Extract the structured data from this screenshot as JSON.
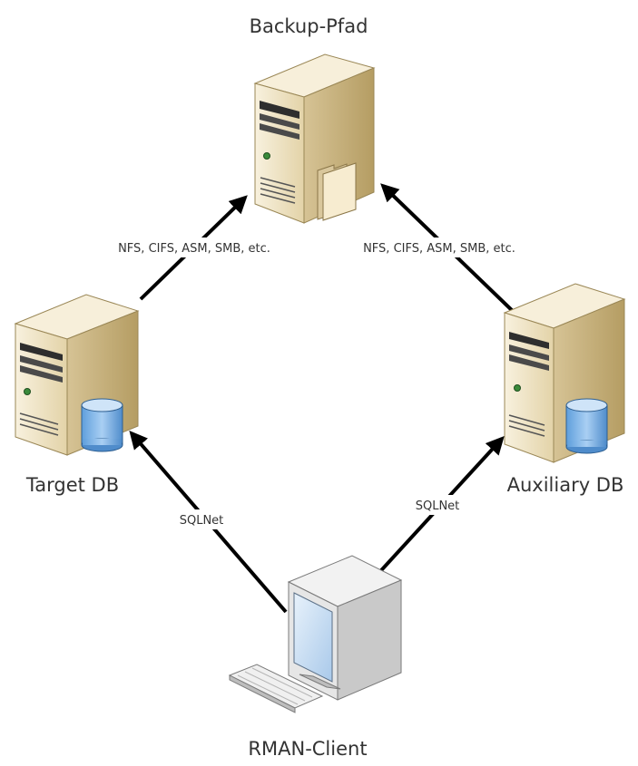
{
  "nodes": {
    "backup": {
      "label": "Backup-Pfad",
      "icon": "server-with-folder-icon"
    },
    "target": {
      "label": "Target DB",
      "icon": "server-with-database-icon"
    },
    "auxiliary": {
      "label": "Auxiliary DB",
      "icon": "server-with-database-icon"
    },
    "client": {
      "label": "RMAN-Client",
      "icon": "desktop-computer-icon"
    }
  },
  "edges": {
    "target_to_backup": {
      "label": "NFS, CIFS, ASM, SMB, etc."
    },
    "auxiliary_to_backup": {
      "label": "NFS, CIFS, ASM, SMB, etc."
    },
    "client_to_target": {
      "label": "SQLNet"
    },
    "client_to_auxiliary": {
      "label": "SQLNet"
    }
  },
  "colors": {
    "server_front": "#efe3c2",
    "server_side": "#c9b481",
    "server_top": "#f7efda",
    "database": "#7fb5e8",
    "monitor_body": "#e4e4e4",
    "screen": "#c8dff5",
    "arrow": "#000000"
  }
}
